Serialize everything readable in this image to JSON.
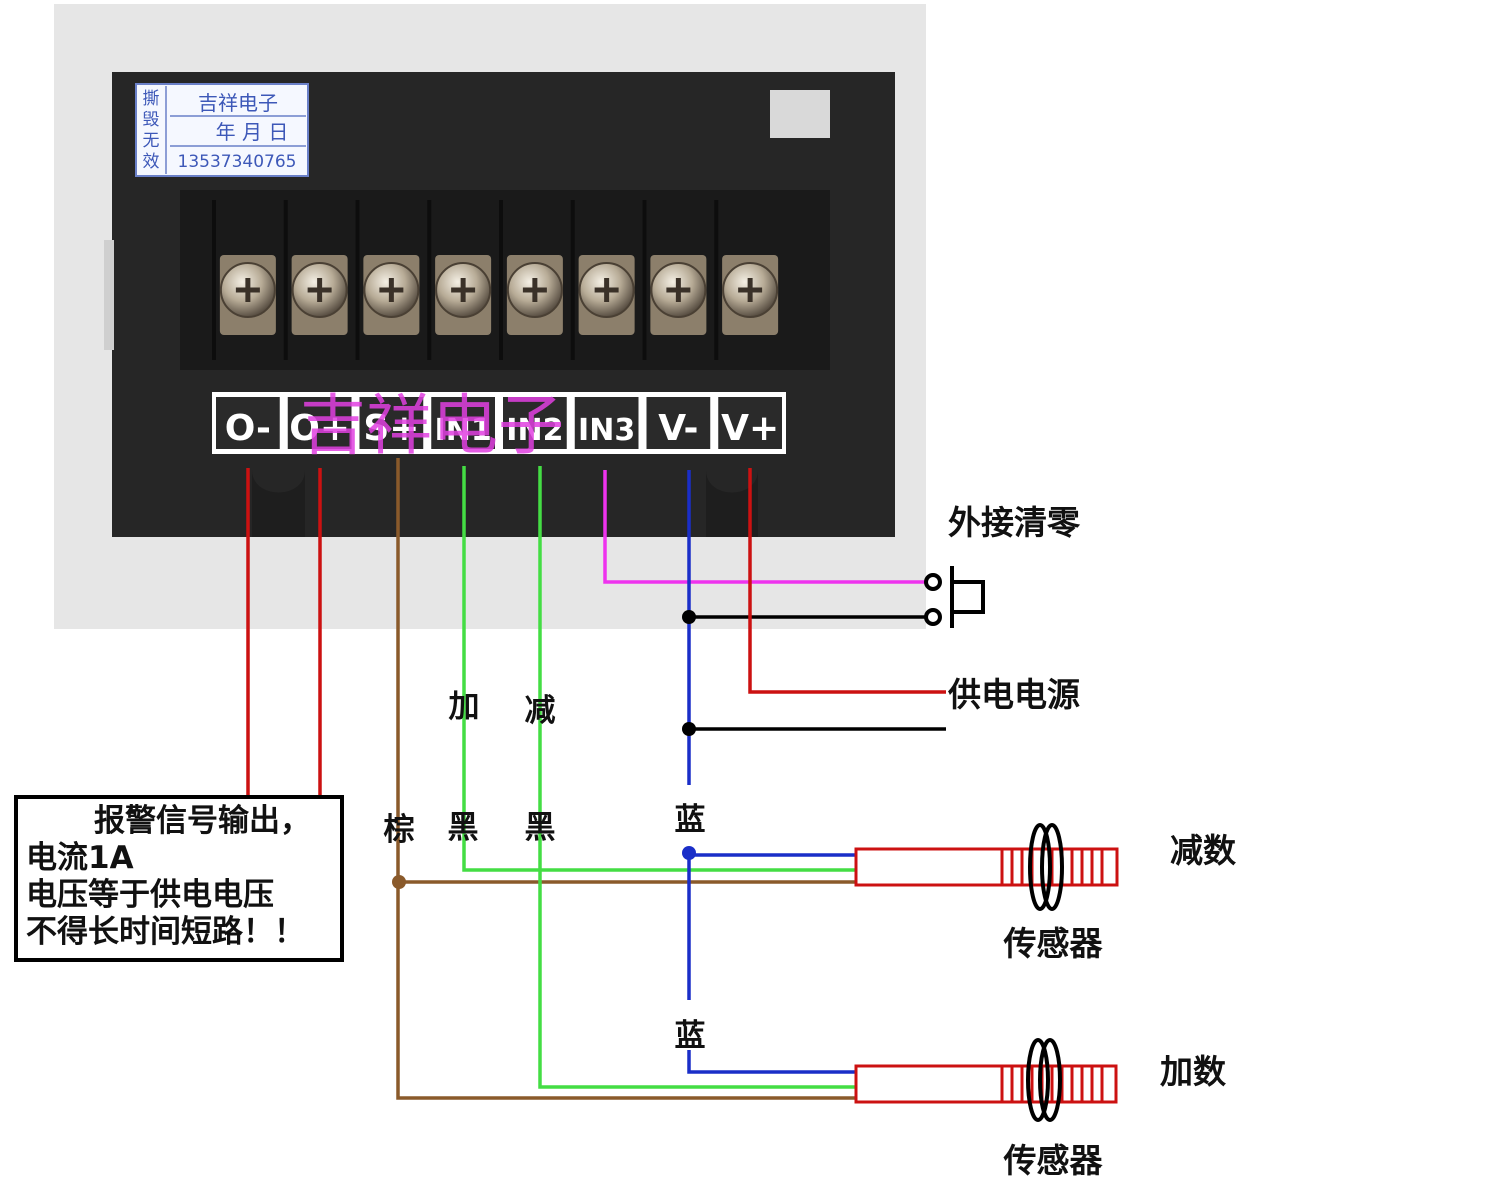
{
  "sticker": {
    "brand": "吉祥电子",
    "date": "年 月 日",
    "phone": "13537340765",
    "seal": [
      "撕",
      "毁",
      "无",
      "效"
    ]
  },
  "watermark": "吉祥电子",
  "terminals": [
    "O-",
    "O+",
    "S+",
    "IN1",
    "IN2",
    "IN3",
    "V-",
    "V+"
  ],
  "labels": {
    "external_reset": "外接清零",
    "power_supply": "供电电源",
    "add": "加",
    "subtract": "减",
    "brown": "棕",
    "black1": "黑",
    "black2": "黑",
    "blue1": "蓝",
    "blue2": "蓝",
    "decrement_count": "减数",
    "increment_count": "加数",
    "sensor1": "传感器",
    "sensor2": "传感器"
  },
  "note": {
    "line1": "报警信号输出，",
    "line2": "电流1A",
    "line3": "电压等于供电电压",
    "line4": "不得长时间短路！！"
  },
  "colors": {
    "red": "#cc1111",
    "brown": "#8a5a2b",
    "green": "#44dd44",
    "magenta": "#ee33ee",
    "blue": "#1a2ec8",
    "black": "#000000",
    "device": "#262626"
  }
}
